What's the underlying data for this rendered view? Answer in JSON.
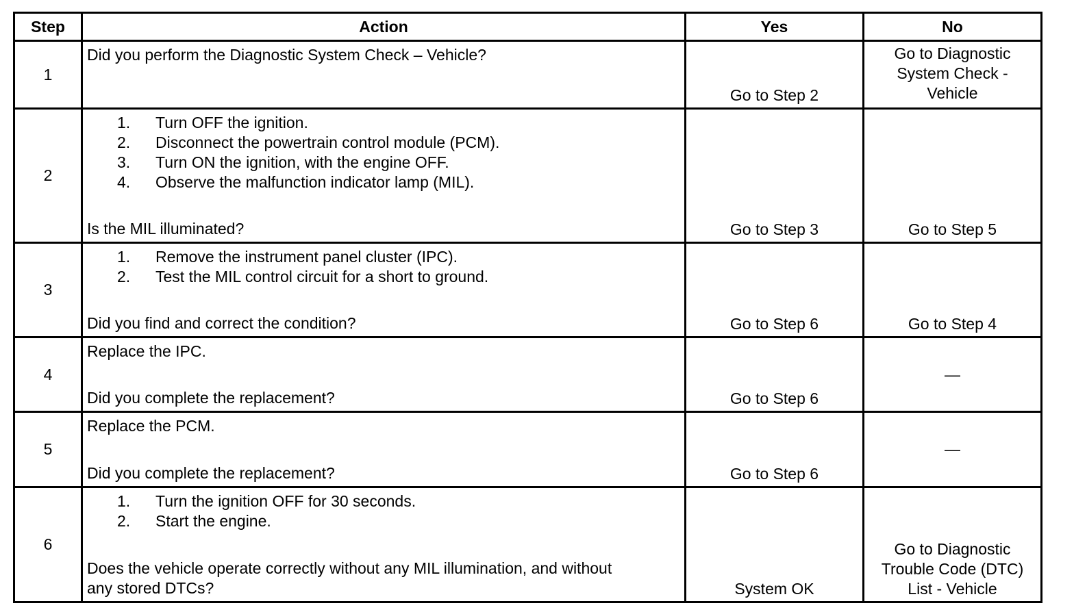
{
  "table": {
    "headers": {
      "step": "Step",
      "action": "Action",
      "yes": "Yes",
      "no": "No"
    },
    "rows": [
      {
        "step": "1",
        "steps": [],
        "intro": "Did you perform the Diagnostic System Check – Vehicle?",
        "question": "",
        "yes": "Go to Step 2",
        "no_lines": [
          "Go to Diagnostic",
          "System Check -",
          "Vehicle"
        ]
      },
      {
        "step": "2",
        "steps": [
          {
            "num": "1.",
            "text": "Turn OFF the ignition."
          },
          {
            "num": "2.",
            "text": "Disconnect the powertrain control module (PCM)."
          },
          {
            "num": "3.",
            "text": "Turn ON the ignition, with the engine OFF."
          },
          {
            "num": "4.",
            "text": "Observe the malfunction indicator lamp (MIL)."
          }
        ],
        "question": "Is the MIL illuminated?",
        "yes": "Go to Step 3",
        "no_lines": [
          "Go to Step 5"
        ]
      },
      {
        "step": "3",
        "steps": [
          {
            "num": "1.",
            "text": "Remove the instrument panel cluster (IPC)."
          },
          {
            "num": "2.",
            "text": "Test the MIL control circuit for a short to ground."
          }
        ],
        "question": "Did you find and correct the condition?",
        "yes": "Go to Step 6",
        "no_lines": [
          "Go to Step 4"
        ]
      },
      {
        "step": "4",
        "steps": [],
        "intro": "Replace the IPC.",
        "question": "Did you complete the replacement?",
        "yes": "Go to Step 6",
        "no_lines": [
          "—"
        ]
      },
      {
        "step": "5",
        "steps": [],
        "intro": "Replace the PCM.",
        "question": "Did you complete the replacement?",
        "yes": "Go to Step 6",
        "no_lines": [
          "—"
        ]
      },
      {
        "step": "6",
        "steps": [
          {
            "num": "1.",
            "text": "Turn the ignition OFF for 30 seconds."
          },
          {
            "num": "2.",
            "text": "Start the engine."
          }
        ],
        "question_lines": [
          "Does the vehicle operate correctly without any MIL illumination, and without",
          "any stored DTCs?"
        ],
        "yes": "System OK",
        "no_lines": [
          "Go to Diagnostic",
          "Trouble Code (DTC)",
          "List - Vehicle"
        ]
      }
    ]
  }
}
